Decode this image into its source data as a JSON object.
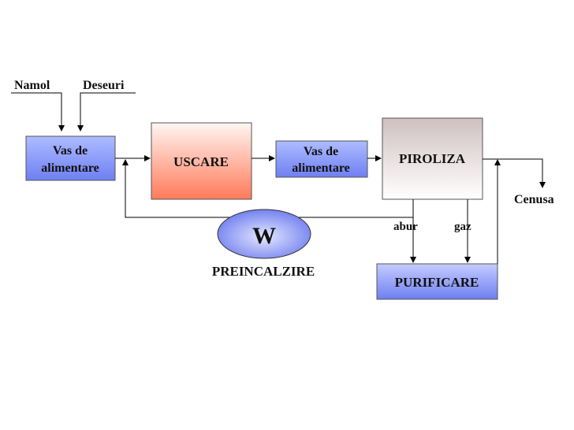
{
  "inputs": {
    "namol": "Namol",
    "deseuri": "Deseuri"
  },
  "boxes": {
    "vas1": [
      "Vas de",
      "alimentare"
    ],
    "uscare": "USCARE",
    "vas2": [
      "Vas de",
      "alimentare"
    ],
    "piroliza": "PIROLIZA",
    "purificare": "PURIFICARE"
  },
  "heater": {
    "symbol": "W",
    "label": "PREINCALZIRE"
  },
  "flows": {
    "abur": "abur",
    "gaz": "gaz",
    "cenusa": "Cenusa"
  },
  "colors": {
    "vas_top": "#aebcff",
    "vas_bottom": "#6e7ff2",
    "uscare_top": "#fff6f2",
    "uscare_bottom": "#ff7a5a",
    "piroliza_top": "#d0c0c0",
    "piroliza_bottom": "#ffffff",
    "purificare_top": "#c4ccff",
    "purificare_bottom": "#6e7ff0",
    "heater_outer": "#6a78ee",
    "heater_inner": "#e4e8ff",
    "line": "#000000"
  }
}
